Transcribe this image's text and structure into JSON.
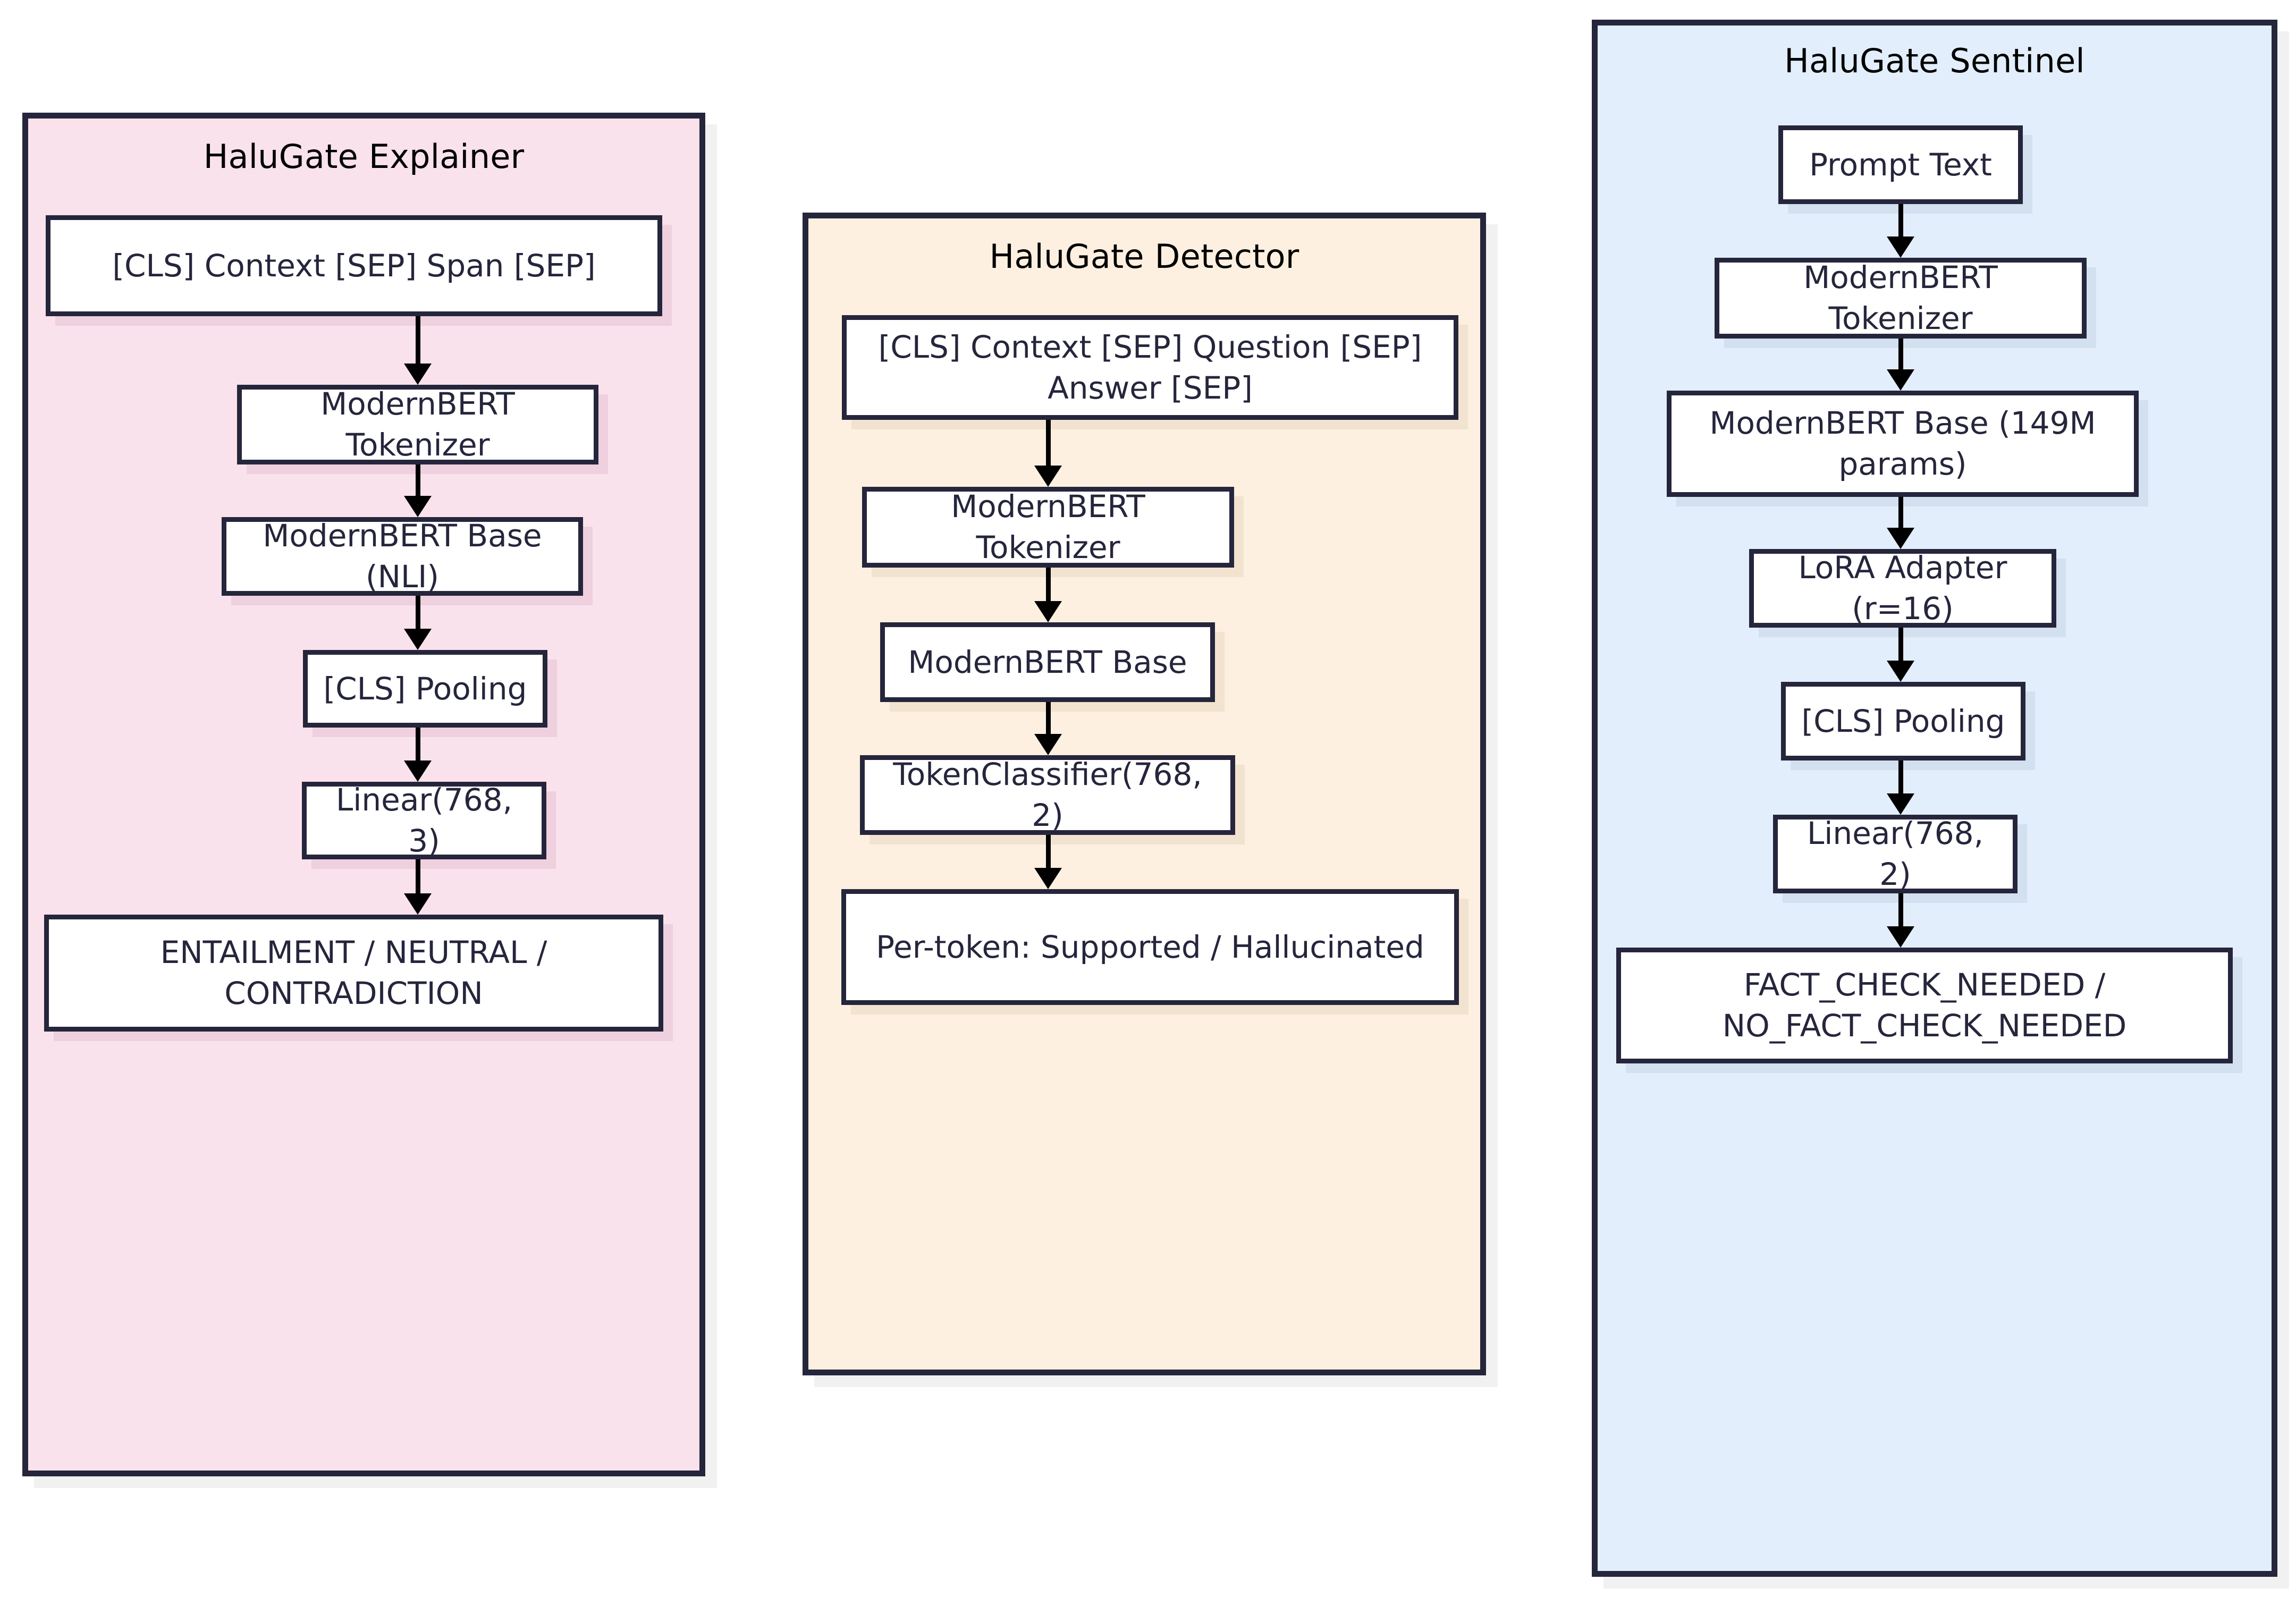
{
  "diagram": {
    "type": "flowchart",
    "title": "HaluGate model architectures",
    "colors": {
      "explainer_bg": "#fae2ec",
      "detector_bg": "#fdf0e0",
      "sentinel_bg": "#e2eefb",
      "border": "#25253c",
      "node_bg": "#ffffff",
      "node_text": "#25253c",
      "title_text": "#000000",
      "arrow": "#000000"
    }
  },
  "clusters": [
    {
      "id": "explainer",
      "title": "HaluGate Explainer",
      "nodes": [
        {
          "id": "exp-input",
          "label": "[CLS] Context [SEP] Span [SEP]"
        },
        {
          "id": "exp-tokenizer",
          "label": "ModernBERT Tokenizer"
        },
        {
          "id": "exp-base",
          "label": "ModernBERT Base (NLI)"
        },
        {
          "id": "exp-pooling",
          "label": "[CLS] Pooling"
        },
        {
          "id": "exp-linear",
          "label": "Linear(768, 3)"
        },
        {
          "id": "exp-output",
          "label": "ENTAILMENT / NEUTRAL / CONTRADICTION"
        }
      ],
      "edges": [
        {
          "from": "exp-input",
          "to": "exp-tokenizer"
        },
        {
          "from": "exp-tokenizer",
          "to": "exp-base"
        },
        {
          "from": "exp-base",
          "to": "exp-pooling"
        },
        {
          "from": "exp-pooling",
          "to": "exp-linear"
        },
        {
          "from": "exp-linear",
          "to": "exp-output"
        }
      ]
    },
    {
      "id": "detector",
      "title": "HaluGate Detector",
      "nodes": [
        {
          "id": "det-input",
          "label": "[CLS] Context [SEP] Question [SEP] Answer [SEP]"
        },
        {
          "id": "det-tokenizer",
          "label": "ModernBERT Tokenizer"
        },
        {
          "id": "det-base",
          "label": "ModernBERT Base"
        },
        {
          "id": "det-classifier",
          "label": "TokenClassifier(768, 2)"
        },
        {
          "id": "det-output",
          "label": "Per-token: Supported / Hallucinated"
        }
      ],
      "edges": [
        {
          "from": "det-input",
          "to": "det-tokenizer"
        },
        {
          "from": "det-tokenizer",
          "to": "det-base"
        },
        {
          "from": "det-base",
          "to": "det-classifier"
        },
        {
          "from": "det-classifier",
          "to": "det-output"
        }
      ]
    },
    {
      "id": "sentinel",
      "title": "HaluGate Sentinel",
      "nodes": [
        {
          "id": "sen-prompt",
          "label": "Prompt Text"
        },
        {
          "id": "sen-tokenizer",
          "label": "ModernBERT Tokenizer"
        },
        {
          "id": "sen-base",
          "label": "ModernBERT Base (149M params)"
        },
        {
          "id": "sen-lora",
          "label": "LoRA Adapter (r=16)"
        },
        {
          "id": "sen-pooling",
          "label": "[CLS] Pooling"
        },
        {
          "id": "sen-linear",
          "label": "Linear(768, 2)"
        },
        {
          "id": "sen-output",
          "label": "FACT_CHECK_NEEDED / NO_FACT_CHECK_NEEDED"
        }
      ],
      "edges": [
        {
          "from": "sen-prompt",
          "to": "sen-tokenizer"
        },
        {
          "from": "sen-tokenizer",
          "to": "sen-base"
        },
        {
          "from": "sen-base",
          "to": "sen-lora"
        },
        {
          "from": "sen-lora",
          "to": "sen-pooling"
        },
        {
          "from": "sen-pooling",
          "to": "sen-linear"
        },
        {
          "from": "sen-linear",
          "to": "sen-output"
        }
      ]
    }
  ]
}
